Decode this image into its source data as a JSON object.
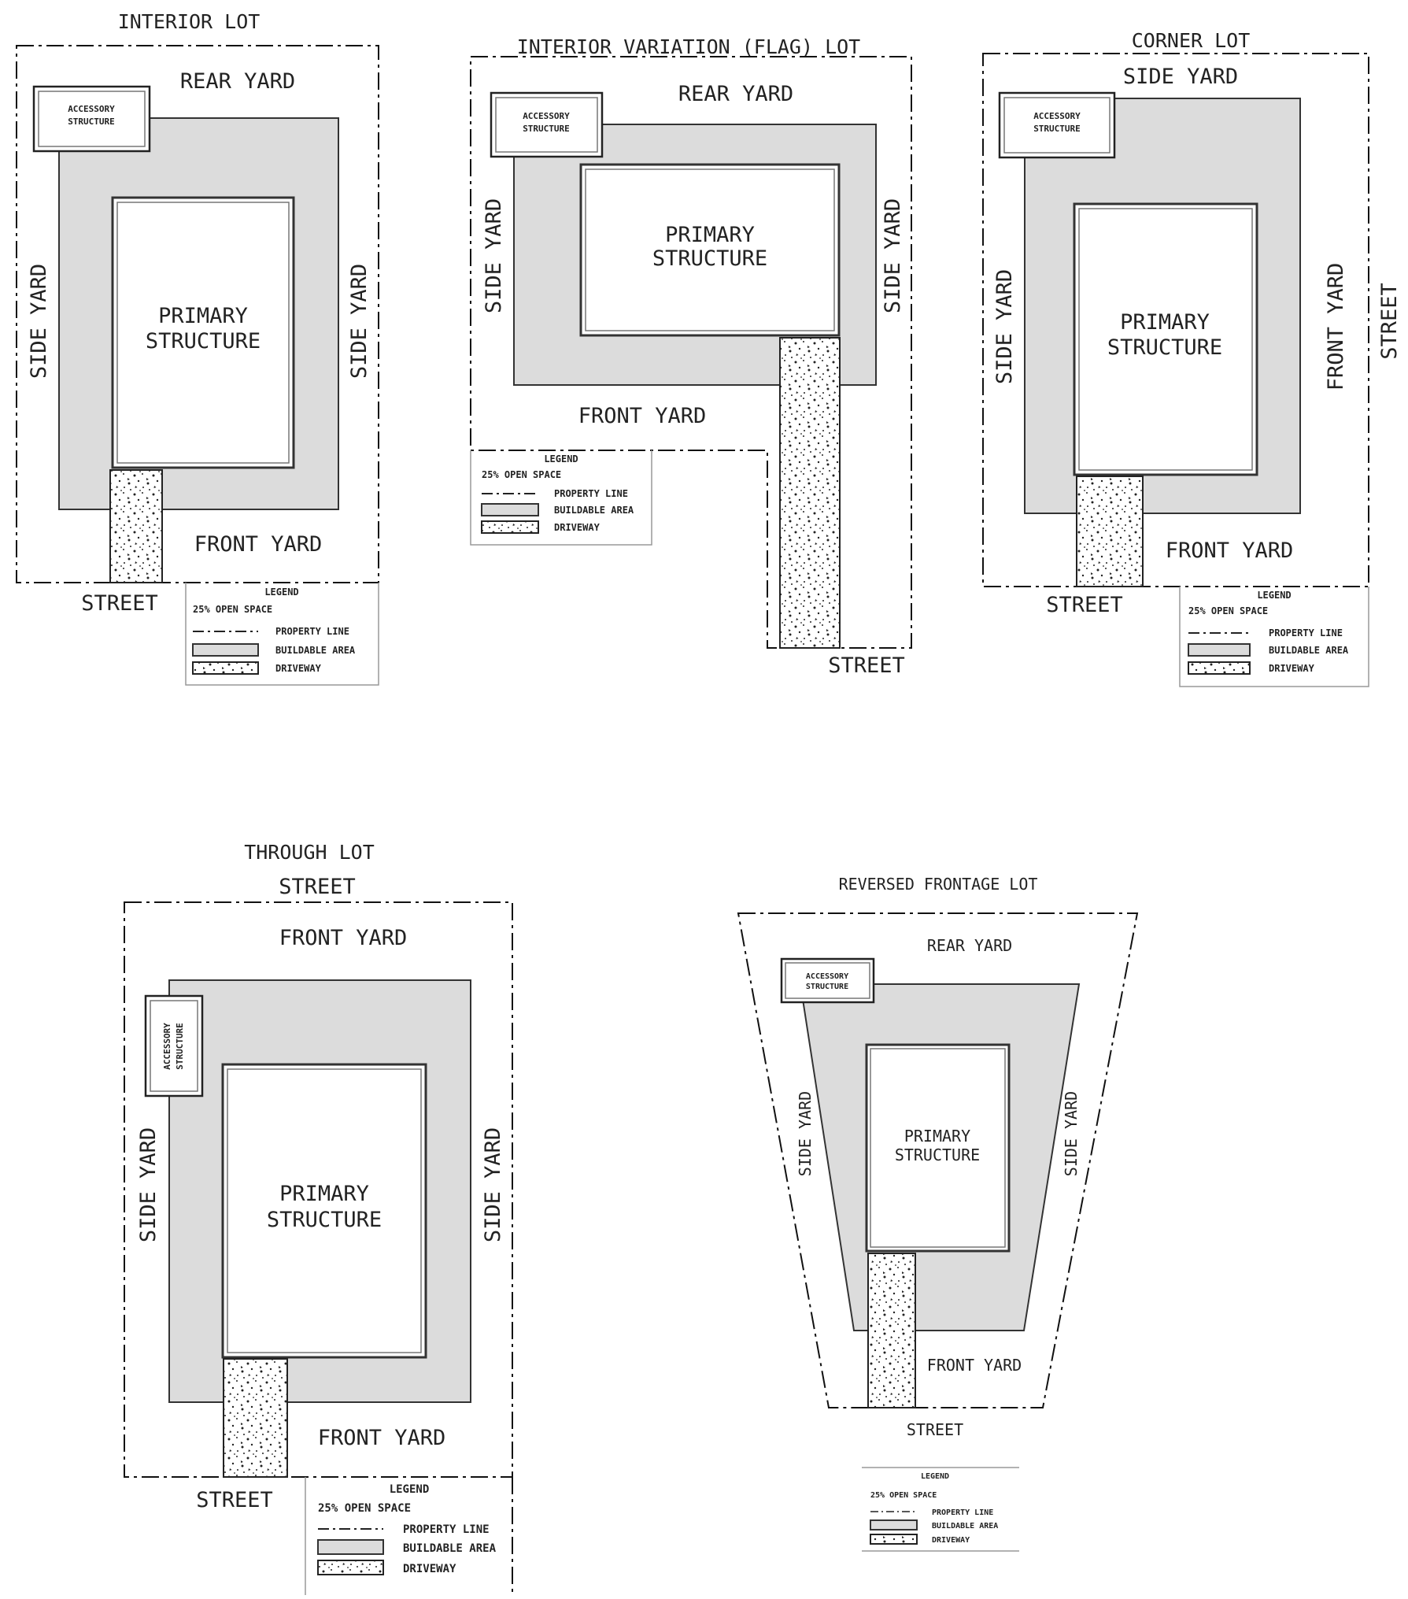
{
  "diagrams": [
    {
      "title": "INTERIOR LOT",
      "labels": {
        "rear_yard": "REAR YARD",
        "side_yard_left": "SIDE YARD",
        "side_yard_right": "SIDE YARD",
        "front_yard": "FRONT YARD",
        "street": "STREET",
        "primary_line1": "PRIMARY",
        "primary_line2": "STRUCTURE",
        "accessory_line1": "ACCESSORY",
        "accessory_line2": "STRUCTURE"
      }
    },
    {
      "title": "INTERIOR VARIATION (FLAG) LOT",
      "labels": {
        "rear_yard": "REAR YARD",
        "side_yard_left": "SIDE YARD",
        "side_yard_right": "SIDE YARD",
        "front_yard": "FRONT YARD",
        "street": "STREET",
        "primary_line1": "PRIMARY",
        "primary_line2": "STRUCTURE",
        "accessory_line1": "ACCESSORY",
        "accessory_line2": "STRUCTURE"
      }
    },
    {
      "title": "CORNER LOT",
      "labels": {
        "side_yard_top": "SIDE YARD",
        "side_yard_left": "SIDE YARD",
        "front_yard_right": "FRONT YARD",
        "front_yard": "FRONT YARD",
        "street_bottom": "STREET",
        "street_right": "STREET",
        "primary_line1": "PRIMARY",
        "primary_line2": "STRUCTURE",
        "accessory_line1": "ACCESSORY",
        "accessory_line2": "STRUCTURE"
      }
    },
    {
      "title": "THROUGH LOT",
      "labels": {
        "street_top": "STREET",
        "front_yard_top": "FRONT YARD",
        "side_yard_left": "SIDE YARD",
        "side_yard_right": "SIDE YARD",
        "front_yard": "FRONT YARD",
        "street_bottom": "STREET",
        "primary_line1": "PRIMARY",
        "primary_line2": "STRUCTURE",
        "accessory_line1": "ACCESSORY",
        "accessory_line2": "STRUCTURE"
      }
    },
    {
      "title": "REVERSED FRONTAGE LOT",
      "labels": {
        "rear_yard": "REAR YARD",
        "side_yard_left": "SIDE YARD",
        "side_yard_right": "SIDE YARD",
        "front_yard": "FRONT YARD",
        "street": "STREET",
        "primary_line1": "PRIMARY",
        "primary_line2": "STRUCTURE",
        "accessory_line1": "ACCESSORY",
        "accessory_line2": "STRUCTURE"
      }
    }
  ],
  "legend": {
    "title": "LEGEND",
    "subtitle": "25% OPEN SPACE",
    "items": [
      "PROPERTY LINE",
      "BUILDABLE AREA",
      "DRIVEWAY"
    ]
  },
  "colors": {
    "buildable_area": "#dcdcdc",
    "line": "#222222",
    "background": "#ffffff"
  }
}
